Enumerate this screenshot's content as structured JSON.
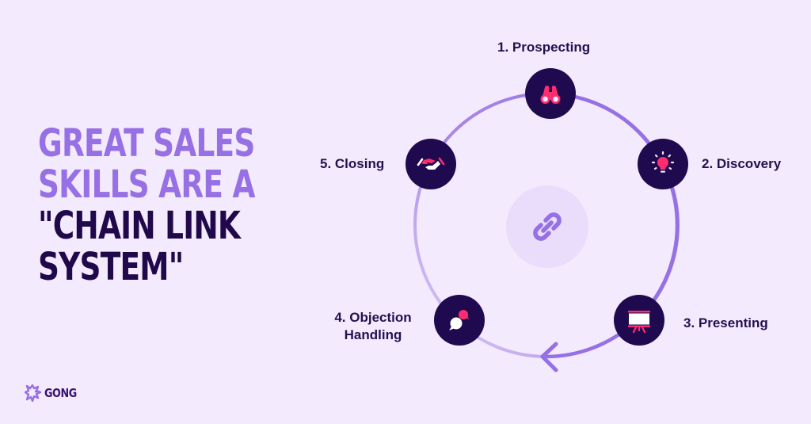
{
  "headline": {
    "line1": "GREAT SALES",
    "line2": "SKILLS ARE A",
    "line3": "\"CHAIN LINK",
    "line4": "SYSTEM\""
  },
  "brand": {
    "logo_text": "GONG",
    "icon": "gong-starburst-icon"
  },
  "diagram": {
    "center_icon": "chain-link-icon",
    "direction": "clockwise",
    "steps": [
      {
        "label": "1. Prospecting",
        "icon": "binoculars-icon"
      },
      {
        "label": "2. Discovery",
        "icon": "lightbulb-icon"
      },
      {
        "label": "3. Presenting",
        "icon": "presentation-board-icon"
      },
      {
        "label_line1": "4. Objection",
        "label_line2": "Handling",
        "icon": "chat-bubbles-icon"
      },
      {
        "label": "5. Closing",
        "icon": "handshake-icon"
      }
    ]
  },
  "colors": {
    "background": "#f3eafd",
    "accent_purple": "#9670e4",
    "dark_navy": "#1f0a4f",
    "pink": "#ff2d6f",
    "ring_light": "#d8c8f5",
    "center_circle": "#e9ddfb"
  }
}
